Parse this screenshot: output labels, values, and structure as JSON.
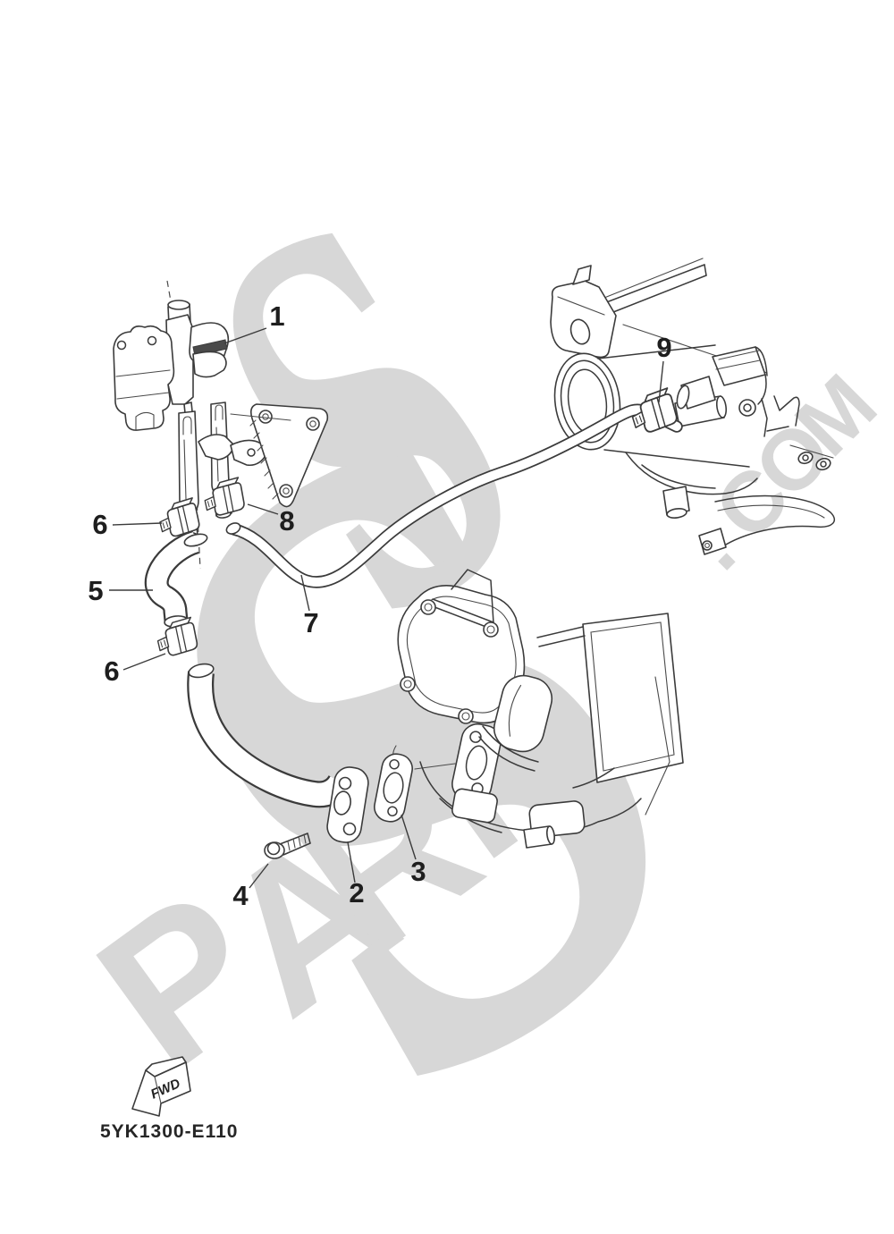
{
  "page": {
    "background": "#ffffff",
    "line_color": "#3b3b3b"
  },
  "watermark": {
    "text": "PARTSS.COM",
    "color": "#d7d7d7"
  },
  "callouts": [
    {
      "label": "1"
    },
    {
      "label": "2"
    },
    {
      "label": "3"
    },
    {
      "label": "4"
    },
    {
      "label": "5"
    },
    {
      "label": "6"
    },
    {
      "label": "6"
    },
    {
      "label": "7"
    },
    {
      "label": "8"
    },
    {
      "label": "9"
    }
  ],
  "fwd": {
    "label": "FWD"
  },
  "footer": {
    "code": "5YK1300-E110"
  }
}
